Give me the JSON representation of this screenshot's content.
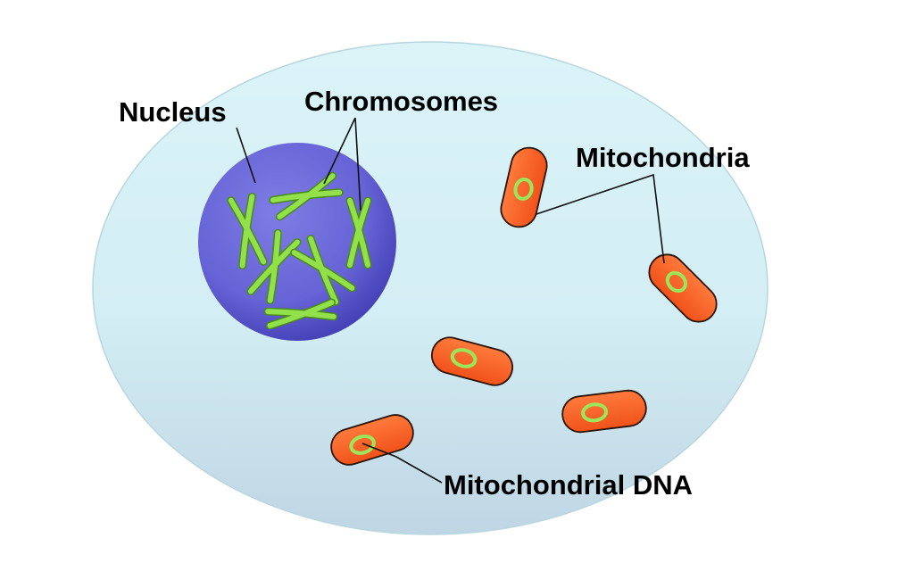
{
  "labels": {
    "nucleus": "Nucleus",
    "chromosomes": "Chromosomes",
    "mitochondria": "Mitochondria",
    "mitochondrial_dna": "Mitochondrial DNA"
  },
  "colors": {
    "cell_fill_top": "#d8f3f7",
    "cell_fill_bottom": "#c2dbe6",
    "cell_stroke": "#b4d3de",
    "nucleus_fill_light": "#7a78e0",
    "nucleus_fill_dark": "#3c37b0",
    "chromosome_fill": "#92e04a",
    "chromosome_stroke": "#4a8a1e",
    "mitochondrion_fill": "#ff6a2e",
    "mitochondrion_stroke": "#2a1408",
    "mtdna_ring": "#9be65a"
  }
}
